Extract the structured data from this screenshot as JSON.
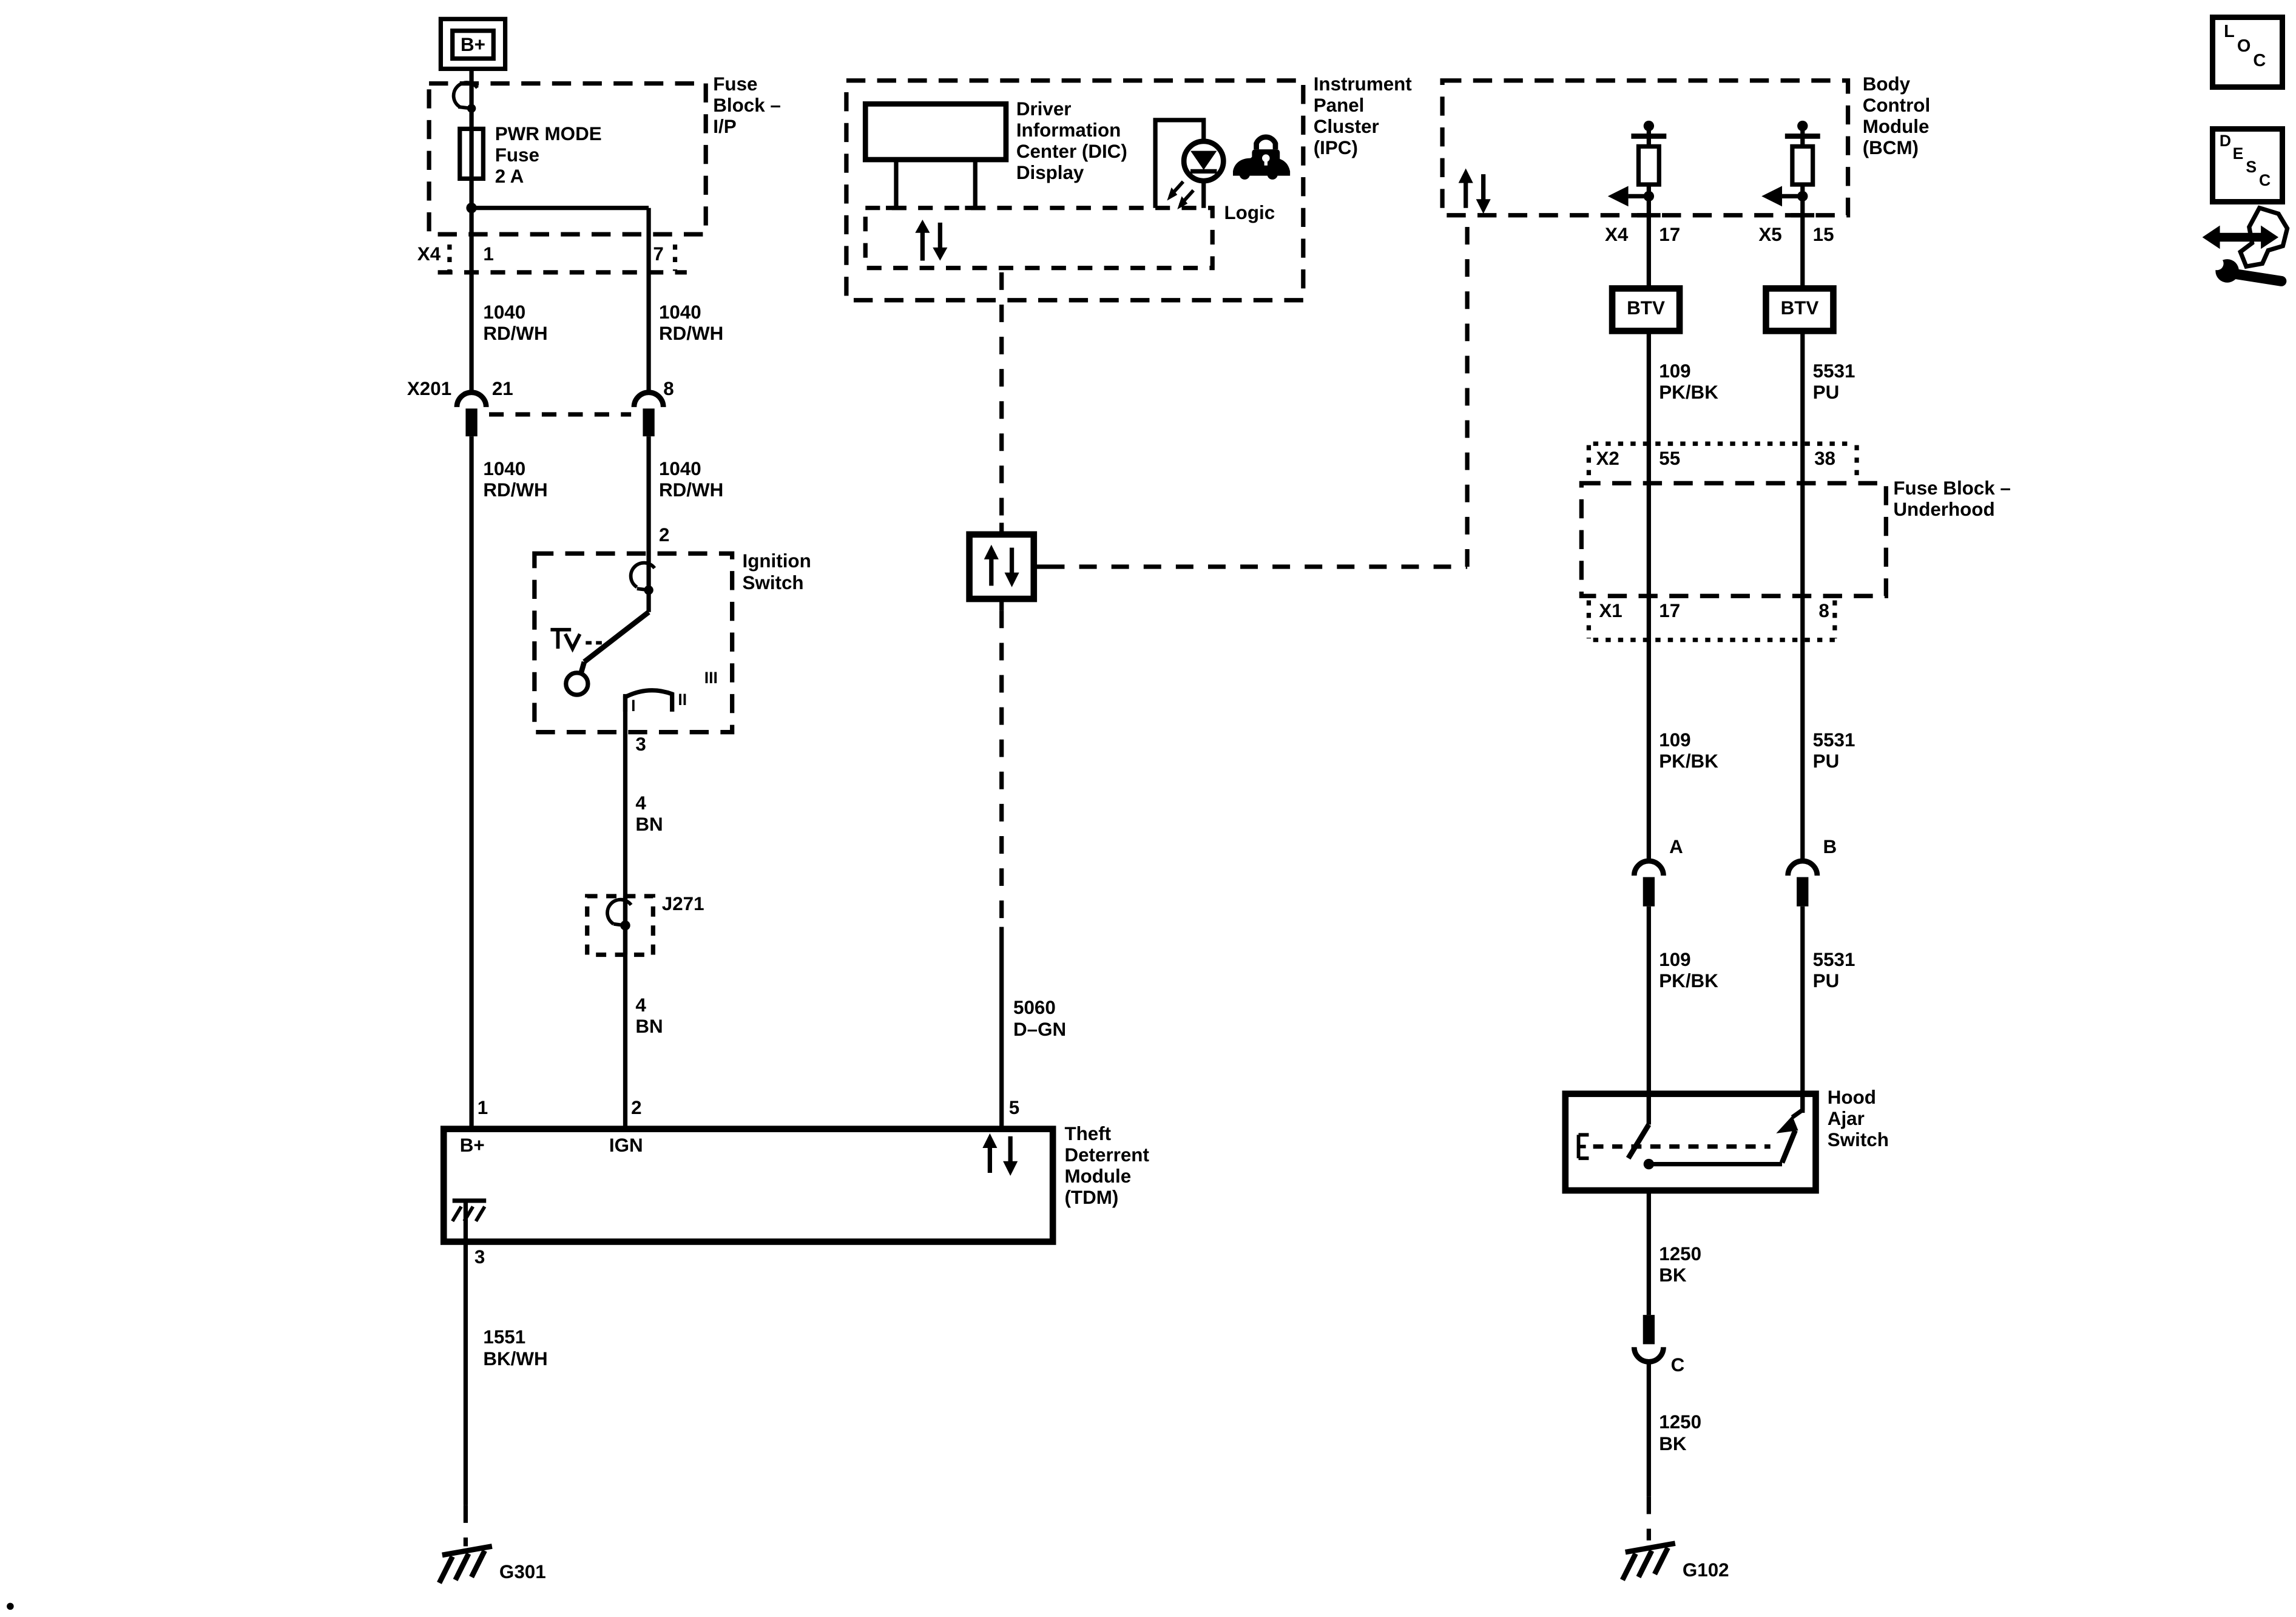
{
  "power": {
    "b_plus": "B+"
  },
  "fuse_block_ip": {
    "label": "Fuse\nBlock –\nI/P",
    "fuse": "PWR MODE\nFuse\n2 A",
    "conn": "X4",
    "pin_left": "1",
    "pin_right": "7"
  },
  "x201": {
    "name": "X201",
    "pin_left": "21",
    "pin_right": "8"
  },
  "wires": {
    "w1040": "1040\nRD/WH",
    "w4bn": "4\nBN",
    "w1551": "1551\nBK/WH",
    "w5060": "5060\nD–GN",
    "w109": "109\nPK/BK",
    "w5531": "5531\nPU",
    "w1250": "1250\nBK"
  },
  "ignition": {
    "label": "Ignition\nSwitch",
    "pin_in": "2",
    "pin_out": "3",
    "positions": [
      "I",
      "II",
      "III"
    ]
  },
  "j271": {
    "label": "J271"
  },
  "tdm": {
    "label": "Theft\nDeterrent\nModule\n(TDM)",
    "pin1": "1",
    "pin2": "2",
    "pin5": "5",
    "pin3": "3",
    "b_plus": "B+",
    "ign": "IGN"
  },
  "grounds": {
    "g301": "G301",
    "g102": "G102"
  },
  "ipc": {
    "label": "Instrument\nPanel\nCluster\n(IPC)",
    "dic": "Driver\nInformation\nCenter (DIC)\nDisplay",
    "logic": "Logic"
  },
  "bcm": {
    "label": "Body\nControl\nModule\n(BCM)",
    "conn_left": "X4",
    "pin_left": "17",
    "conn_right": "X5",
    "pin_right": "15",
    "btv": "BTV"
  },
  "underhood": {
    "label": "Fuse Block –\nUnderhood",
    "conn_top": "X2",
    "top_left": "55",
    "top_right": "38",
    "conn_bottom": "X1",
    "bottom_left": "17",
    "bottom_right": "8"
  },
  "inline_connectors": {
    "a": "A",
    "b": "B",
    "c": "C"
  },
  "hood_switch": {
    "label": "Hood\nAjar\nSwitch"
  },
  "corner": {
    "loc": [
      "L",
      "O",
      "C"
    ],
    "desc": [
      "D",
      "E",
      "S",
      "C"
    ]
  },
  "colors": {
    "ink": "#000000",
    "paper": "#ffffff"
  }
}
